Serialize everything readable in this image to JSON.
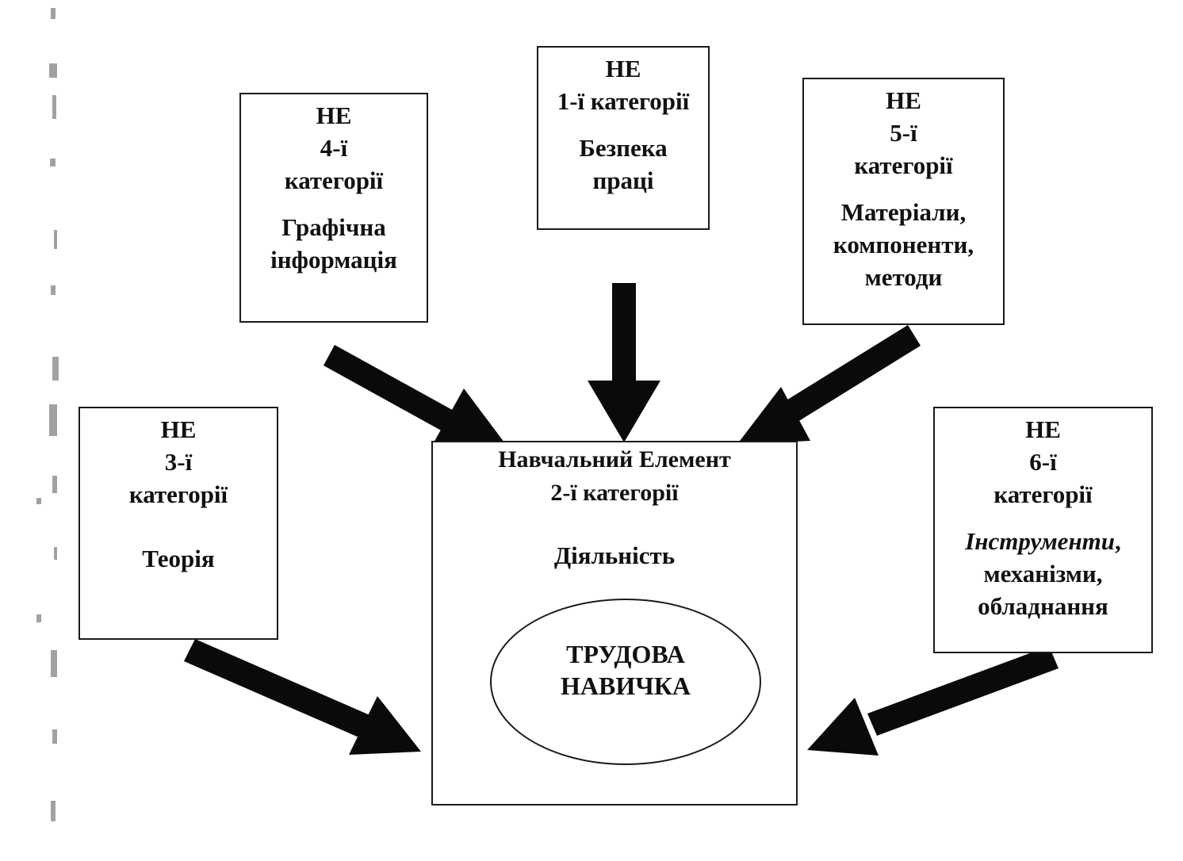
{
  "diagram": {
    "colors": {
      "arrow": "#0a0a0a",
      "border": "#1a1a1a",
      "background": "#ffffff"
    },
    "nodes": {
      "cat4": {
        "he": "НЕ",
        "category_line1": "4-ї",
        "category_line2": "категорії",
        "topic_line1": "Графічна",
        "topic_line2": "інформація"
      },
      "cat1": {
        "he": "НЕ",
        "category": "1-ї категорії",
        "topic_line1": "Безпека",
        "topic_line2": "праці"
      },
      "cat5": {
        "he": "НЕ",
        "category_line1": "5-ї",
        "category_line2": "категорії",
        "topic_line1": "Матеріали,",
        "topic_line2": "компоненти,",
        "topic_line3": "методи"
      },
      "cat3": {
        "he": "НЕ",
        "category_line1": "3-ї",
        "category_line2": "категорії",
        "topic": "Теорія"
      },
      "cat6": {
        "he": "НЕ",
        "category_line1": "6-ї",
        "category_line2": "категорії",
        "topic_line1_italic": "Інструменти",
        "topic_line1_rest": ",",
        "topic_line2": "механізми,",
        "topic_line3": "обладнання"
      },
      "cat2": {
        "title_line1": "Навчальний Елемент",
        "title_line2": "2-ї категорії",
        "topic": "Діяльність",
        "skill_line1": "ТРУДОВА",
        "skill_line2": "НАВИЧКА"
      }
    },
    "edges": [
      {
        "from": "cat4",
        "to": "cat2"
      },
      {
        "from": "cat1",
        "to": "cat2"
      },
      {
        "from": "cat5",
        "to": "cat2"
      },
      {
        "from": "cat3",
        "to": "cat2"
      },
      {
        "from": "cat6",
        "to": "cat2"
      }
    ]
  }
}
